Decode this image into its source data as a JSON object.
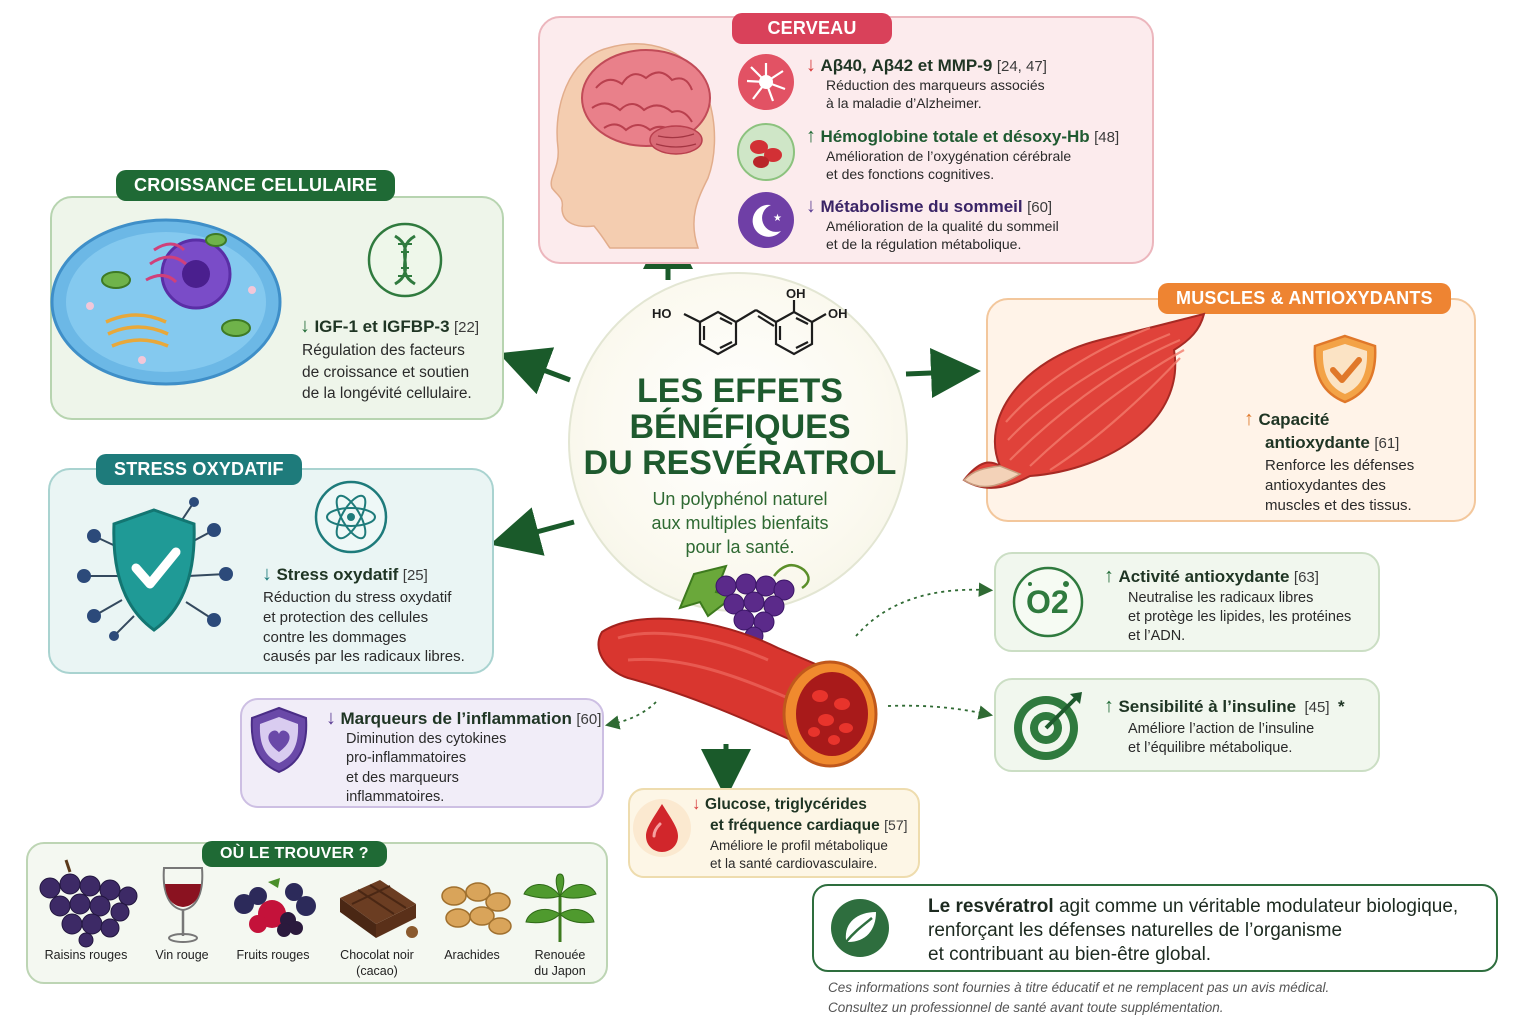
{
  "center": {
    "title_lines": [
      "LES EFFETS",
      "BÉNÉFIQUES",
      "DU RESVÉRATROL"
    ],
    "subtitle_lines": [
      "Un polyphénol naturel",
      "aux multiples bienfaits",
      "pour la santé."
    ],
    "chem_labels": {
      "ho": "HO",
      "oh_top": "OH",
      "oh_right": "OH"
    }
  },
  "brain": {
    "tag": "CERVEAU",
    "items": [
      {
        "arrow": "↓",
        "title": "Aβ40, Aβ42 et MMP-9",
        "ref": "[24, 47]",
        "desc": [
          "Réduction des marqueurs associés",
          "à la maladie d’Alzheimer."
        ]
      },
      {
        "arrow": "↑",
        "title": "Hémoglobine totale et désoxy-Hb",
        "ref": "[48]",
        "desc": [
          "Amélioration de l’oxygénation cérébrale",
          "et des fonctions cognitives."
        ]
      },
      {
        "arrow": "↓",
        "title": "Métabolisme du sommeil",
        "ref": "[60]",
        "desc": [
          "Amélioration de la qualité du sommeil",
          "et de la régulation métabolique."
        ]
      }
    ]
  },
  "growth": {
    "tag": "CROISSANCE CELLULAIRE",
    "arrow": "↓",
    "title": "IGF-1 et IGFBP-3",
    "ref": "[22]",
    "desc": [
      "Régulation des facteurs",
      "de croissance et soutien",
      "de la longévité cellulaire."
    ]
  },
  "oxid": {
    "tag": "STRESS OXYDATIF",
    "arrow": "↓",
    "title": "Stress oxydatif",
    "ref": "[25]",
    "desc": [
      "Réduction du stress oxydatif",
      "et protection des cellules",
      "contre les dommages",
      "causés par les radicaux libres."
    ]
  },
  "muscle": {
    "tag": "MUSCLES & ANTIOXYDANTS",
    "arrow": "↑",
    "title_lines": [
      "Capacité",
      "antioxydante"
    ],
    "ref": "[61]",
    "desc": [
      "Renforce les défenses",
      "antioxydantes des",
      "muscles et des tissus."
    ]
  },
  "antiox": {
    "icon_label": "O2",
    "arrow": "↑",
    "title": "Activité antioxydante",
    "ref": "[63]",
    "desc": [
      "Neutralise les radicaux libres",
      "et protège les lipides, les protéines",
      "et l’ADN."
    ]
  },
  "insulin": {
    "arrow": "↑",
    "title": "Sensibilité à l’insuline",
    "ref": "[45]",
    "star": "*",
    "desc": [
      "Améliore l’action de l’insuline",
      "et l’équilibre métabolique."
    ]
  },
  "inflam": {
    "arrow": "↓",
    "title": "Marqueurs de l’inflammation",
    "ref": "[60]",
    "desc": [
      "Diminution des cytokines",
      "pro-inflammatoires",
      "et des marqueurs",
      "inflammatoires."
    ]
  },
  "glucose": {
    "arrow": "↓",
    "title_lines": [
      "Glucose, triglycérides",
      "et fréquence cardiaque"
    ],
    "ref": "[57]",
    "desc": [
      "Améliore le profil métabolique",
      "et la santé cardiovasculaire."
    ]
  },
  "where": {
    "tag": "OÙ LE TROUVER ?",
    "foods": [
      {
        "label": [
          "Raisins rouges"
        ]
      },
      {
        "label": [
          "Vin rouge"
        ]
      },
      {
        "label": [
          "Fruits rouges"
        ]
      },
      {
        "label": [
          "Chocolat noir",
          "(cacao)"
        ]
      },
      {
        "label": [
          "Arachides"
        ]
      },
      {
        "label": [
          "Renouée",
          "du Japon"
        ]
      }
    ]
  },
  "summary": {
    "bold": "Le resvératrol",
    "rest_line1": " agit comme un véritable modulateur biologique,",
    "line2": "renforçant les défenses naturelles de l’organisme",
    "line3": "et contribuant au bien-être global."
  },
  "disclaimer": [
    "Ces informations sont fournies à titre éducatif et ne remplacent pas un avis médical.",
    "Consultez un professionnel de santé avant toute supplémentation."
  ],
  "colors": {
    "green_dark": "#1f6a35",
    "brain_red": "#d9415a",
    "teal": "#1e7b7b",
    "orange": "#ee8432",
    "purple": "#5a3b92",
    "arrow_green": "#1a5a2a"
  }
}
